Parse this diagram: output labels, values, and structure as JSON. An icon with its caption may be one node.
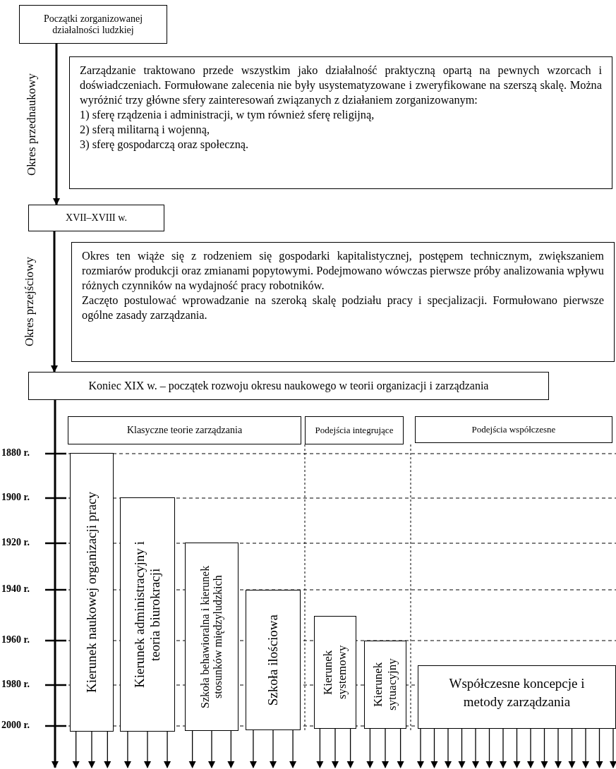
{
  "diagram": {
    "nodes": [
      {
        "text": [
          "Początki zorganizowanej działalności ludzkiej"
        ]
      },
      {
        "text": [
          "Zarządzanie traktowano przede wszystkim jako działalność praktyczną opartą na pewnych wzorcach i doświadczeniach. Formułowane zalecenia nie były usystematyzowane i zweryfikowane na szerszą skalę. Można wyróżnić trzy główne sfery zainteresowań związanych z działaniem zorganizowanym:",
          "1) sferę rządzenia i administracji, w tym również sferę religijną,",
          "2) sferą militarną i wojenną,",
          "3) sferę gospodarczą oraz społeczną."
        ]
      },
      {
        "text": [
          "XVII–XVIII w."
        ]
      },
      {
        "text": [
          "Okres ten wiąże się z rodzeniem się gospodarki kapitalistycznej, postępem technicznym, zwiększaniem rozmiarów produkcji oraz zmianami popytowymi. Podejmowano wówczas pierwsze próby analizowania wpływu różnych czynników na wydajność pracy robotników.",
          "Zaczęto postulować wprowadzanie na szeroką skalę podziału pracy i specjalizacji. Formułowano pierwsze ogólne zasady zarządzania."
        ]
      },
      {
        "text": [
          "Koniec XIX w. – początek rozwoju okresu naukowego w teorii organizacji i zarządzania"
        ]
      },
      {
        "text": [
          "Klasyczne teorie zarządzania"
        ]
      },
      {
        "text": [
          "Podejścia integrujące"
        ]
      },
      {
        "text": [
          "Podejścia współczesne"
        ]
      },
      {
        "text": [
          "Kierunek naukowej organizacji pracy"
        ]
      },
      {
        "text": [
          "Kierunek administracyjny i teoria biurokracji"
        ]
      },
      {
        "text": [
          "Szkoła behawioralna i kierunek stosunków międzyludzkich"
        ]
      },
      {
        "text": [
          "Szkoła ilościowa"
        ]
      },
      {
        "text": [
          "Kierunek systemowy"
        ]
      },
      {
        "text": [
          "Kierunek sytuacyjny"
        ]
      },
      {
        "text": [
          "Współczesne koncepcje i metody zarządzania"
        ]
      }
    ],
    "edges": [
      {
        "from": 0,
        "to": 2,
        "arrow": "to",
        "label": "Okres przednaukowy",
        "style": "thick"
      },
      {
        "from": 2,
        "to": 4,
        "arrow": "to",
        "label": "Okres przejściowy",
        "style": "thick"
      },
      {
        "from": 4,
        "to": null,
        "arrow": "to",
        "style": "thick"
      },
      {
        "from": 8,
        "to": null,
        "arrow": "to"
      },
      {
        "from": 8,
        "to": null,
        "arrow": "to"
      },
      {
        "from": 8,
        "to": null,
        "arrow": "to"
      },
      {
        "from": 9,
        "to": null,
        "arrow": "to"
      },
      {
        "from": 9,
        "to": null,
        "arrow": "to"
      },
      {
        "from": 9,
        "to": null,
        "arrow": "to"
      },
      {
        "from": 10,
        "to": null,
        "arrow": "to"
      },
      {
        "from": 10,
        "to": null,
        "arrow": "to"
      },
      {
        "from": 10,
        "to": null,
        "arrow": "to"
      },
      {
        "from": 11,
        "to": null,
        "arrow": "to"
      },
      {
        "from": 11,
        "to": null,
        "arrow": "to"
      },
      {
        "from": 11,
        "to": null,
        "arrow": "to"
      },
      {
        "from": 12,
        "to": null,
        "arrow": "to"
      },
      {
        "from": 12,
        "to": null,
        "arrow": "to"
      },
      {
        "from": 12,
        "to": null,
        "arrow": "to"
      },
      {
        "from": 13,
        "to": null,
        "arrow": "to"
      },
      {
        "from": 13,
        "to": null,
        "arrow": "to"
      },
      {
        "from": 13,
        "to": null,
        "arrow": "to"
      },
      {
        "from": 14,
        "to": null,
        "arrow": "to"
      },
      {
        "from": 14,
        "to": null,
        "arrow": "to"
      },
      {
        "from": 14,
        "to": null,
        "arrow": "to"
      },
      {
        "from": 14,
        "to": null,
        "arrow": "to"
      },
      {
        "from": 14,
        "to": null,
        "arrow": "to"
      },
      {
        "from": 14,
        "to": null,
        "arrow": "to"
      },
      {
        "from": 14,
        "to": null,
        "arrow": "to"
      },
      {
        "from": 14,
        "to": null,
        "arrow": "to"
      },
      {
        "from": 14,
        "to": null,
        "arrow": "to"
      },
      {
        "from": 14,
        "to": null,
        "arrow": "to"
      },
      {
        "from": 14,
        "to": null,
        "arrow": "to"
      },
      {
        "from": 14,
        "to": null,
        "arrow": "to"
      },
      {
        "from": 14,
        "to": null,
        "arrow": "to"
      },
      {
        "from": 14,
        "to": null,
        "arrow": "to"
      },
      {
        "from": 14,
        "to": null,
        "arrow": "to"
      }
    ],
    "labels": [
      "1880 r.",
      "1900 r.",
      "1920 r.",
      "1940 r.",
      "1960 r.",
      "1980 r.",
      "2000 r."
    ]
  }
}
